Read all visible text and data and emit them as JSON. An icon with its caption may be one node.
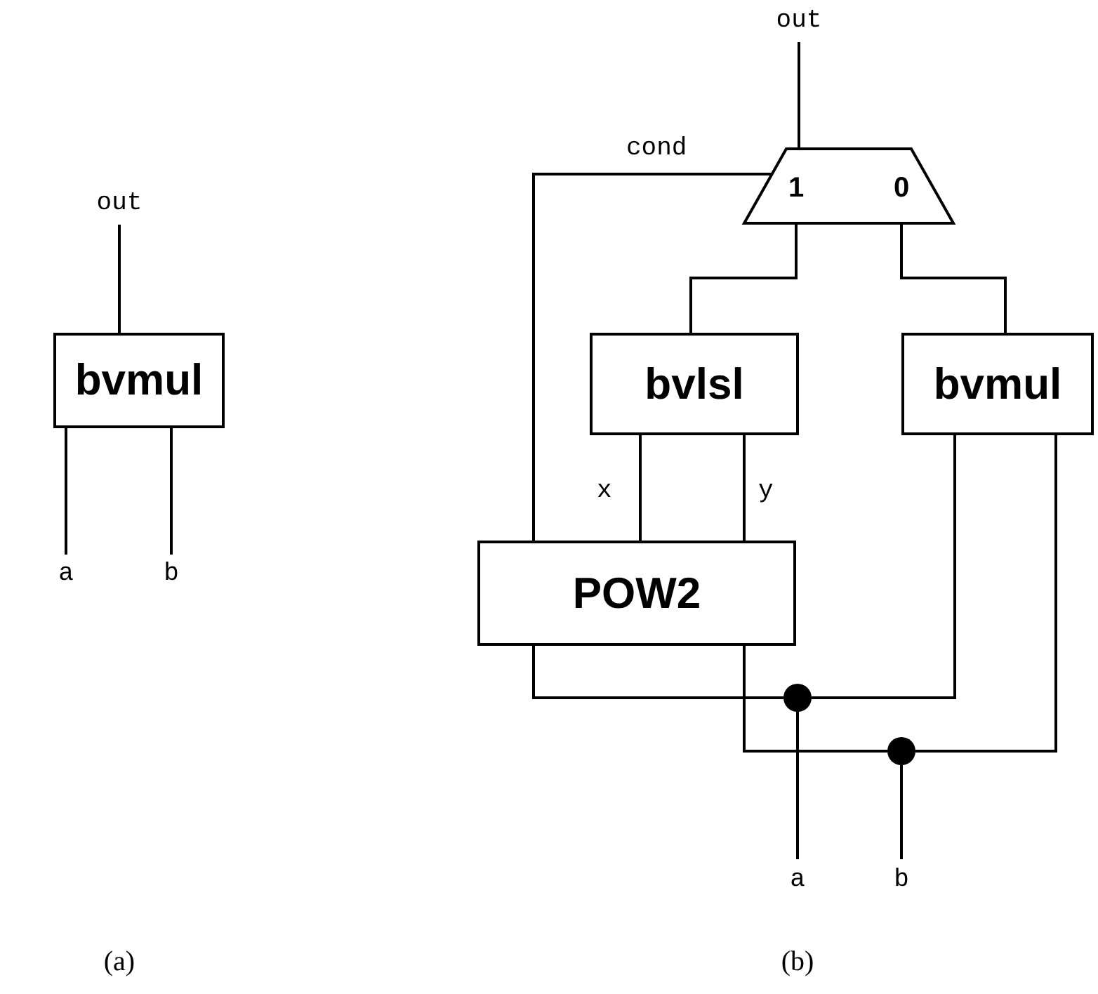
{
  "diagram": {
    "nodes": [
      {
        "text": [
          "bvmul"
        ]
      },
      {
        "text": [
          "out"
        ]
      },
      {
        "text": [
          "a"
        ]
      },
      {
        "text": [
          "b"
        ]
      },
      {
        "text": [
          "out"
        ]
      },
      {
        "text": [
          "1",
          "0"
        ]
      },
      {
        "text": [
          "bvlsl"
        ]
      },
      {
        "text": [
          "bvmul"
        ]
      },
      {
        "text": [
          "POW2"
        ]
      },
      {
        "text": [
          "a"
        ]
      },
      {
        "text": [
          "b"
        ]
      },
      {
        "text": [],
        "shape": "circle"
      },
      {
        "text": [],
        "shape": "circle"
      }
    ],
    "edges": [
      {
        "from": 0,
        "to": 1,
        "arrow": "none"
      },
      {
        "from": 0,
        "to": 2,
        "arrow": "none"
      },
      {
        "from": 0,
        "to": 3,
        "arrow": "none"
      },
      {
        "from": 5,
        "to": 4,
        "arrow": "none"
      },
      {
        "from": 5,
        "to": 6,
        "arrow": "none"
      },
      {
        "from": 5,
        "to": 7,
        "arrow": "none"
      },
      {
        "from": 8,
        "to": 5,
        "arrow": "none",
        "label": "cond"
      },
      {
        "from": 8,
        "to": 6,
        "arrow": "none",
        "label": "x"
      },
      {
        "from": 8,
        "to": 6,
        "arrow": "none",
        "label": "y"
      },
      {
        "from": 8,
        "to": 11,
        "arrow": "none"
      },
      {
        "from": 7,
        "to": 11,
        "arrow": "none"
      },
      {
        "from": 11,
        "to": 9,
        "arrow": "none"
      },
      {
        "from": 8,
        "to": 12,
        "arrow": "none"
      },
      {
        "from": 7,
        "to": 12,
        "arrow": "none"
      },
      {
        "from": 12,
        "to": 10,
        "arrow": "none"
      }
    ],
    "labels": [
      "(a)",
      "(b)"
    ]
  }
}
